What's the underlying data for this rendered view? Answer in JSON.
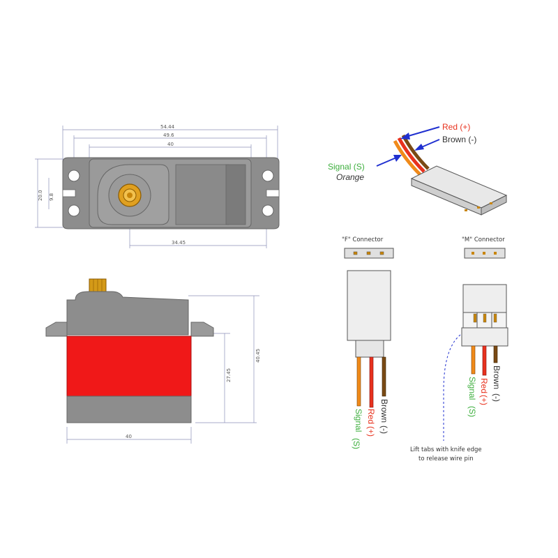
{
  "dimensions": {
    "overall_width": "54.44",
    "hole_span": "49.6",
    "body_width": "40",
    "left_height": "20.0",
    "left_height2": "9.8",
    "horn_offset": "34.45",
    "side_height": "40.45",
    "side_lower_height": "27.45",
    "side_width": "40"
  },
  "wires": {
    "red_label": "Red (+)",
    "brown_label": "Brown (-)",
    "signal_label": "Signal (S)",
    "signal_sub": "Orange",
    "red_color": "#e8321e",
    "brown_color": "#7a4a14",
    "orange_color": "#f08a1a",
    "green_color": "#3cae3c",
    "arrow_color": "#2030d0"
  },
  "connectors": {
    "f_title": "\"F\" Connector",
    "m_title": "\"M\" Connector",
    "f_signal": "Signal",
    "f_signal_s": "(S)",
    "f_red": "Red",
    "f_red_s": "(+)",
    "f_brown": "Brown",
    "f_brown_s": "(-)",
    "m_signal": "Signal",
    "m_signal_s": "(S)",
    "m_red": "Red",
    "m_red_s": "(+)",
    "m_brown": "Brown",
    "m_brown_s": "(-)",
    "note_line1": "Lift tabs with knife edge",
    "note_line2": "to release wire pin"
  },
  "colors": {
    "servo_gray": "#8d8d8d",
    "servo_red": "#f01818",
    "horn_gold": "#e0a020"
  }
}
